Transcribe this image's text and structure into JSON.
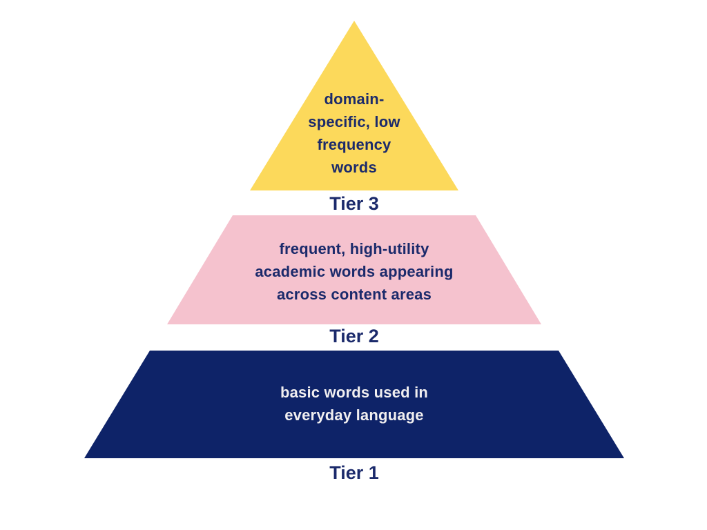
{
  "diagram": {
    "type": "pyramid",
    "levels": 3,
    "topic": "vocabulary word tiers"
  },
  "colors": {
    "background": "#FFFFFF",
    "tier3_fill": "#FCD95B",
    "tier2_fill": "#F5C2CE",
    "tier1_fill": "#0E2368",
    "label_text": "#1B2A6B",
    "tier1_text": "#F1EFF0"
  },
  "tiers": [
    {
      "label": "Tier 3",
      "lines": [
        "domain-",
        "specific, low",
        "frequency",
        "words"
      ]
    },
    {
      "label": "Tier 2",
      "lines": [
        "frequent, high-utility",
        "academic words appearing",
        "across content areas"
      ]
    },
    {
      "label": "Tier 1",
      "lines": [
        "basic words used in",
        "everyday language"
      ]
    }
  ]
}
